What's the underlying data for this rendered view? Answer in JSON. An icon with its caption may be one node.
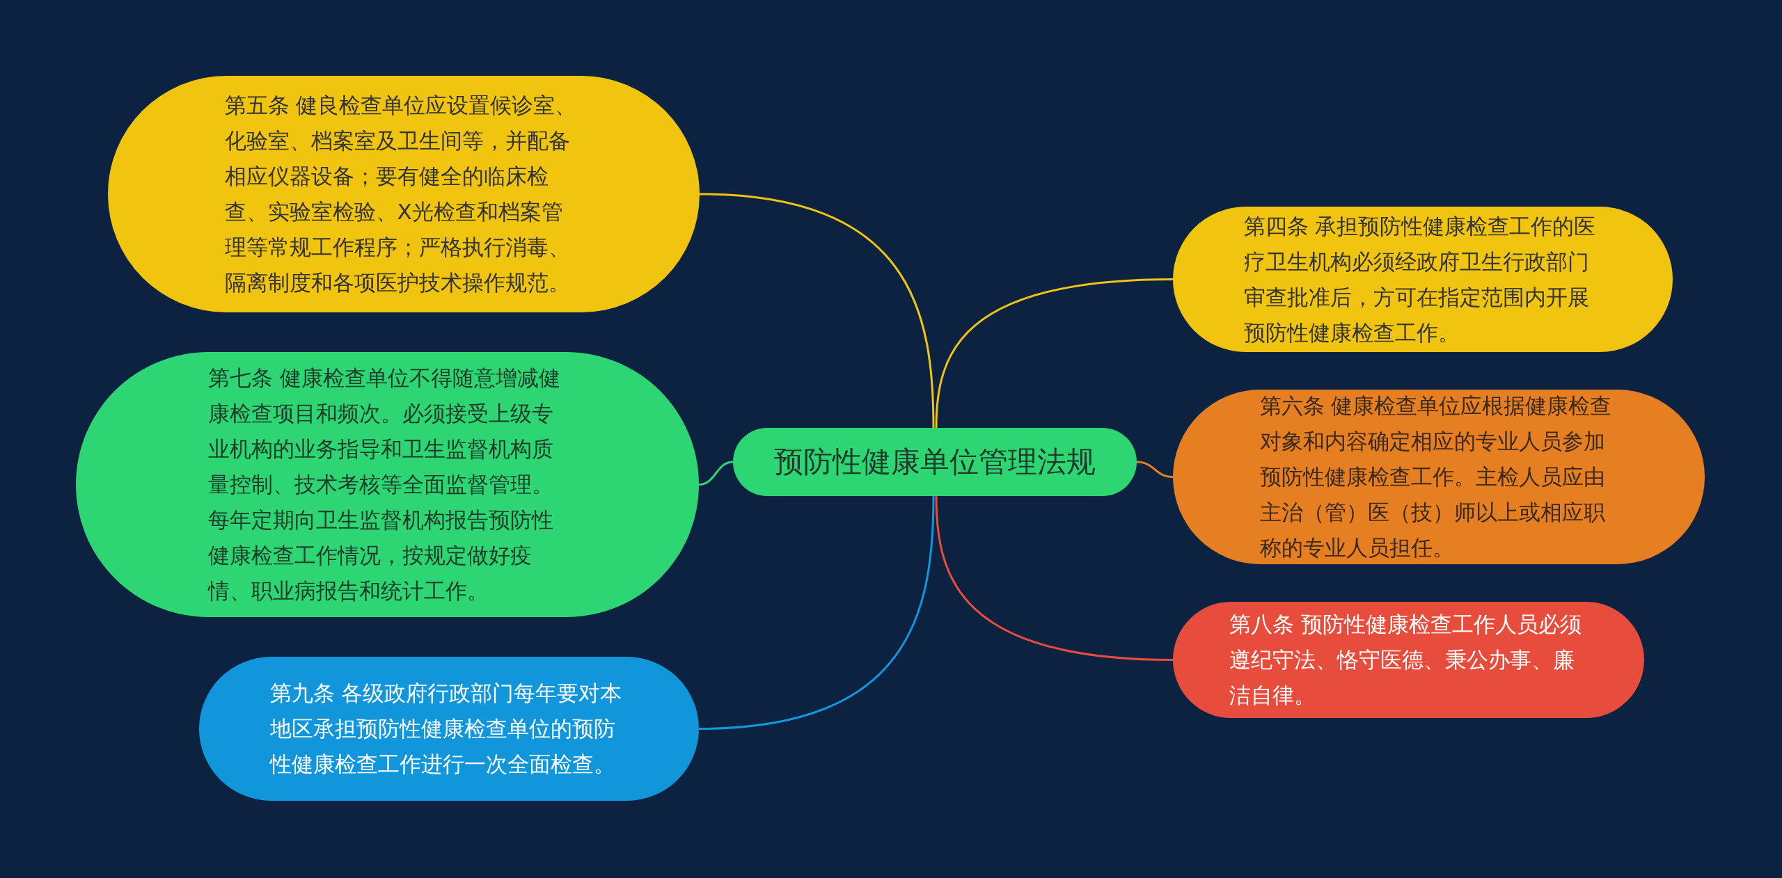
{
  "diagram": {
    "nodes": [
      {
        "text": [
          "预防性健康单位管理法规"
        ]
      },
      {
        "text": [
          "第五条 健良检查单位应设置候诊室、化验室、档案室及卫生间等，并配备相应仪器设备；要有健全的临床检查、实验室检验、X光检查和档案管理等常规工作程序；严格执行消毒、隔离制度和各项医护技术操作规范。"
        ]
      },
      {
        "text": [
          "第七条 健康检查单位不得随意增减健康检查项目和频次。必须接受上级专业机构的业务指导和卫生监督机构质量控制、技术考核等全面监督管理。每年定期向卫生监督机构报告预防性健康检查工作情况，按规定做好疫情、职业病报告和统计工作。"
        ]
      },
      {
        "text": [
          "第九条 各级政府行政部门每年要对本地区承担预防性健康检查单位的预防性健康检查工作进行一次全面检查。"
        ]
      },
      {
        "text": [
          "第四条 承担预防性健康检查工作的医疗卫生机构必须经政府卫生行政部门审查批准后，方可在指定范围内开展预防性健康检查工作。"
        ]
      },
      {
        "text": [
          "第六条 健康检查单位应根据健康检查对象和内容确定相应的专业人员参加预防性健康检查工作。主检人员应由主治（管）医（技）师以上或相应职称的专业人员担任。"
        ]
      },
      {
        "text": [
          "第八条 预防性健康检查工作人员必须遵纪守法、恪守医德、秉公办事、廉洁自律。"
        ]
      }
    ],
    "edges": [
      {
        "from": 0,
        "to": 1,
        "arrow": "none",
        "color": "#f1c40f"
      },
      {
        "from": 0,
        "to": 2,
        "arrow": "none",
        "color": "#2ed573"
      },
      {
        "from": 0,
        "to": 3,
        "arrow": "none",
        "color": "#1296db"
      },
      {
        "from": 0,
        "to": 4,
        "arrow": "none",
        "color": "#f1c40f"
      },
      {
        "from": 0,
        "to": 5,
        "arrow": "none",
        "color": "#e67e22"
      },
      {
        "from": 0,
        "to": 6,
        "arrow": "none",
        "color": "#e74c3c"
      }
    ]
  }
}
